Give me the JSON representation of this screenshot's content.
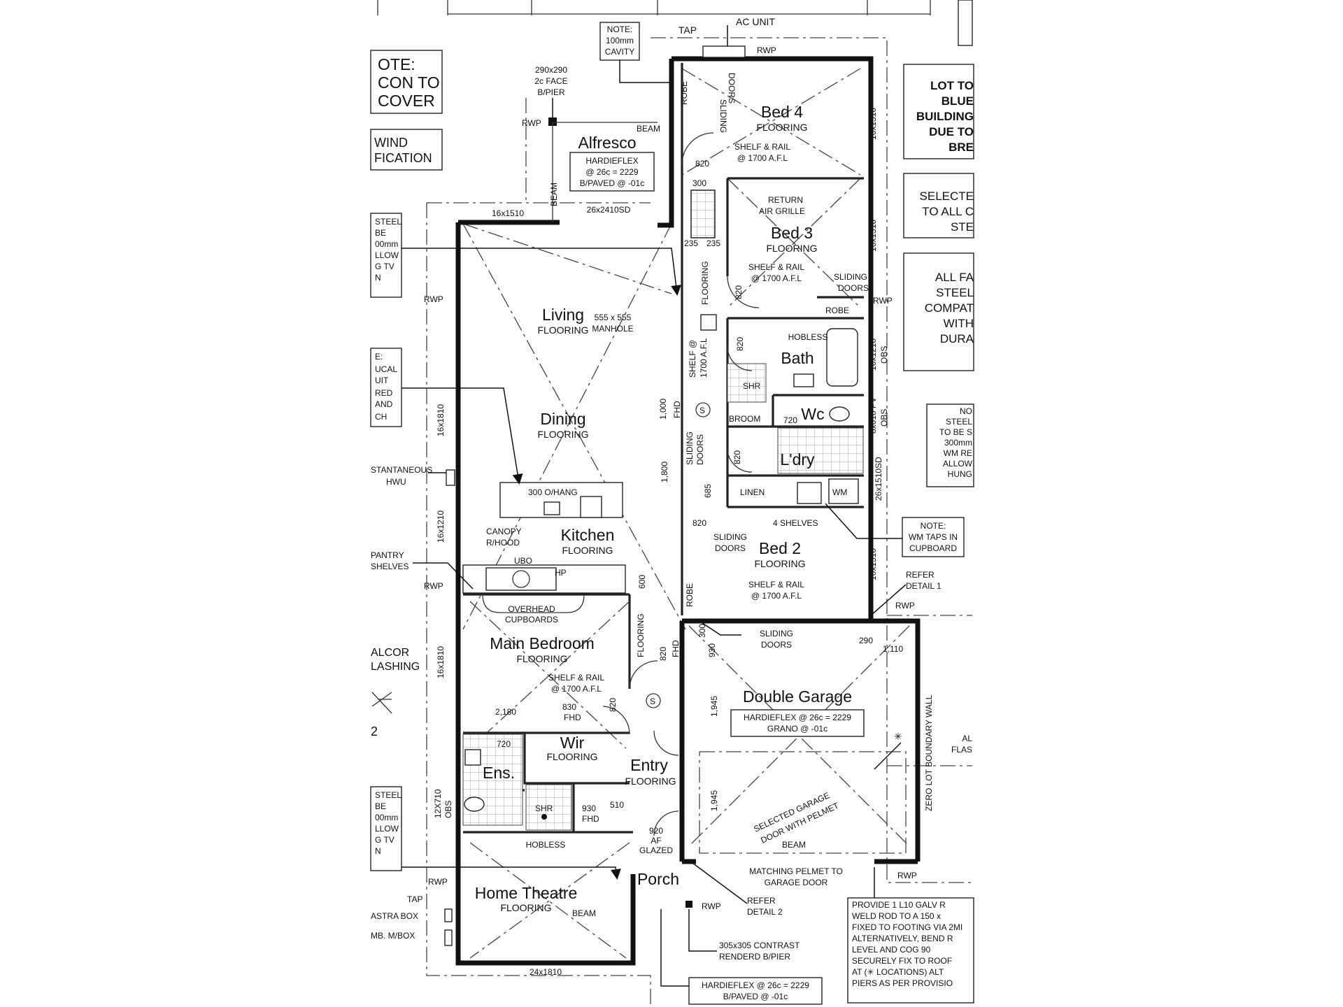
{
  "rooms": {
    "bed4": {
      "name": "Bed 4",
      "floor": "FLOORING"
    },
    "bed3": {
      "name": "Bed 3",
      "floor": "FLOORING"
    },
    "bed2": {
      "name": "Bed 2",
      "floor": "FLOORING"
    },
    "bath": {
      "name": "Bath"
    },
    "wc": {
      "name": "Wc"
    },
    "ldry": {
      "name": "L'dry"
    },
    "alfresco": {
      "name": "Alfresco"
    },
    "living": {
      "name": "Living",
      "floor": "FLOORING"
    },
    "dining": {
      "name": "Dining",
      "floor": "FLOORING"
    },
    "kitchen": {
      "name": "Kitchen",
      "floor": "FLOORING"
    },
    "main_bedroom": {
      "name": "Main Bedroom",
      "floor": "FLOORING"
    },
    "wir": {
      "name": "Wir",
      "floor": "FLOORING"
    },
    "ens": {
      "name": "Ens."
    },
    "entry": {
      "name": "Entry",
      "floor": "FLOORING"
    },
    "home_theatre": {
      "name": "Home Theatre",
      "floor": "FLOORING"
    },
    "porch": {
      "name": "Porch"
    },
    "double_garage": {
      "name": "Double Garage"
    }
  },
  "notes": {
    "cavity": [
      "NOTE:",
      "100mm",
      "CAVITY"
    ],
    "tap_top": "TAP",
    "ac_unit": "AC UNIT",
    "rwp": "RWP",
    "pier": [
      "290x290",
      "2c FACE",
      "B/PIER"
    ],
    "beam": "BEAM",
    "alfresco_spec": [
      "HARDIEFLEX",
      "@ 26c = 2229",
      "B/PAVED @ -01c"
    ],
    "window_16x1510": "16x1510",
    "sliding_door_top": "26x2410SD",
    "left_note1": [
      "OTE:",
      "CON TO",
      "COVER"
    ],
    "left_note2": [
      "WIND",
      "FICATION"
    ],
    "left_steel1": [
      "STEEL",
      "BE",
      "00mm",
      "LLOW",
      "G TV",
      "N"
    ],
    "left_elec": [
      "E:",
      "UCAL",
      "UIT",
      "RED",
      "AND",
      "CH"
    ],
    "hwu": [
      "STANTANEOUS",
      "HWU"
    ],
    "pantry": [
      "PANTRY",
      "SHELVES"
    ],
    "alcor": [
      "ALCOR",
      "LASHING"
    ],
    "left_steel2": [
      "STEEL",
      "BE",
      "00mm",
      "LLOW",
      "G TV",
      "N"
    ],
    "tap_left": "TAP",
    "astra": "ASTRA BOX",
    "mbox": "MB. M/BOX",
    "robe": "ROBE",
    "sliding_doors": [
      "SLIDING",
      "DOORS"
    ],
    "shelf_rail": [
      "SHELF & RAIL",
      "@ 1700 A.F.L"
    ],
    "return_air": [
      "RETURN",
      "AIR GRILLE"
    ],
    "manhole": [
      "555 x 555",
      "MANHOLE"
    ],
    "hobless": "HOBLESS",
    "shr": "SHR",
    "broom": "BROOM",
    "linen": "LINEN",
    "wm": "WM",
    "four_shelves": "4 SHELVES",
    "wm_note": [
      "NOTE:",
      "WM TAPS IN",
      "CUPBOARD"
    ],
    "refer1": [
      "REFER",
      "DETAIL 1"
    ],
    "refer2": [
      "REFER",
      "DETAIL 2"
    ],
    "o_hang": "300 O/HANG",
    "canopy": [
      "CANOPY",
      "R/HOOD"
    ],
    "ubo": "UBO",
    "hp": "HP",
    "overhead": [
      "OVERHEAD",
      "CUPBOARDS"
    ],
    "garage_spec": [
      "HARDIEFLEX @ 26c = 2229",
      "GRANO @ -01c"
    ],
    "garage_door": [
      "SELECTED GARAGE",
      "DOOR WITH PELMET"
    ],
    "zero_lot": "ZERO LOT BOUNDARY WALL",
    "pelmet": [
      "MATCHING PELMET TO",
      "GARAGE DOOR"
    ],
    "contrast_pier": [
      "305x305 CONTRAST",
      "RENDERD B/PIER"
    ],
    "porch_spec": [
      "HARDIEFLEX @ 26c = 2229",
      "B/PAVED @ -01c"
    ],
    "galv_note": [
      "PROVIDE 1 L10 GALV R",
      "WELD ROD TO A 150 x",
      "FIXED TO FOOTING VIA 2MI",
      "ALTERNATIVELY, BEND R",
      "LEVEL AND COG 90",
      "SECURELY FIX TO ROOF",
      "AT (✳ LOCATIONS) ALT",
      "PIERS AS PER PROVISIO"
    ],
    "right_lot": [
      "LOT TO",
      "BLUE",
      "BUILDING",
      "DUE TO",
      "BRE"
    ],
    "right_select": [
      "SELECTE",
      "TO ALL C",
      "STE"
    ],
    "right_fa": [
      "ALL FA",
      "STEEL",
      "COMPAT",
      "WITH",
      "DURA"
    ],
    "right_steel": [
      "NO",
      "STEEL",
      "TO BE S",
      "300mm",
      "WM RE",
      "ALLOW",
      "HUNG"
    ],
    "right_al": [
      "AL",
      "FLAS"
    ],
    "dims": {
      "d820": "820",
      "d300": "300",
      "d235": "235",
      "d600": "600",
      "d685": "685",
      "d1000": "1,000",
      "fhd": "FHD",
      "d1800": "1,800",
      "d930": "930",
      "d1945": "1,945",
      "d1110": "1,110",
      "d290": "290",
      "d2180": "2,180",
      "d830": "830",
      "d510": "510",
      "d720": "720",
      "af_glazed": [
        "920",
        "AF",
        "GLAZED"
      ],
      "win_16x1810": "16x1810",
      "win_16x1210": "16x1210",
      "win_12x710": "12X710",
      "win_24x1810": "24x1810",
      "obs": "OBS",
      "pv": "8x610 PV",
      "win_26x1510": "26x1510SD",
      "shelf_v": "SHELF @",
      "shelf_v2": "1700 A.F.L",
      "flooring_v": "FLOORING"
    }
  }
}
